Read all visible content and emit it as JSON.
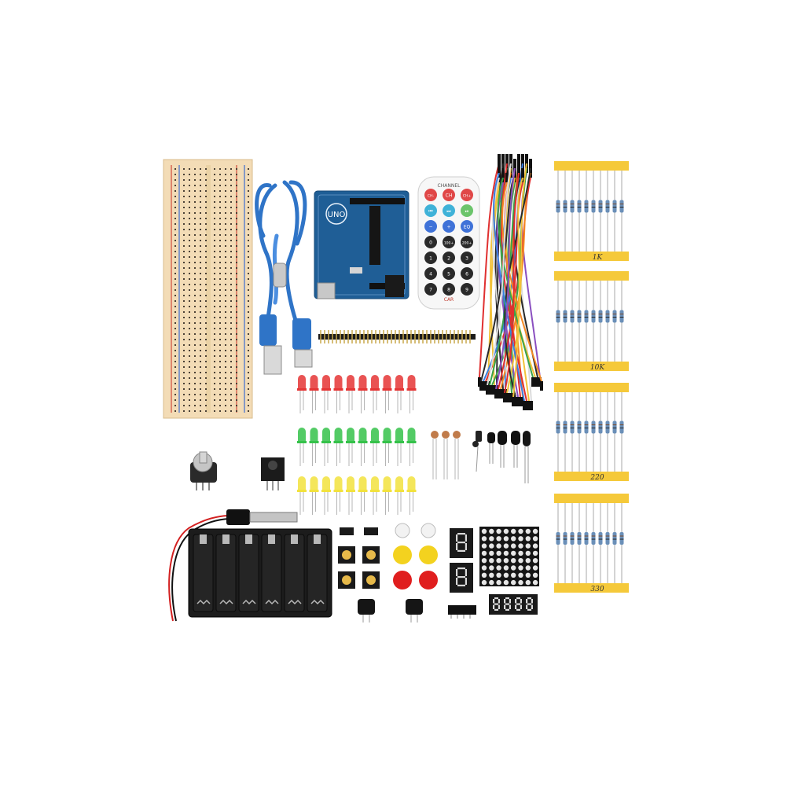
{
  "remote": {
    "header": "CHANNEL",
    "buttons": [
      "CH-",
      "CH",
      "CH+",
      "⏮",
      "⏭",
      "⏯",
      "−",
      "+",
      "EQ",
      "0",
      "100+",
      "200+",
      "1",
      "2",
      "3",
      "4",
      "5",
      "6",
      "7",
      "8",
      "9"
    ],
    "brand": "CAR"
  },
  "arduino": {
    "logo": "UNO"
  },
  "resistor_tapes": [
    "1K",
    "10K",
    "220",
    "330"
  ],
  "colors": {
    "breadboard": "#f3dcb6",
    "pcb": "#1f5e96",
    "usb_cable": "#2f74c7",
    "tape": "#f5c93a",
    "led_red": "#e53535",
    "led_green": "#35c24a",
    "led_yellow": "#f2e23d"
  }
}
